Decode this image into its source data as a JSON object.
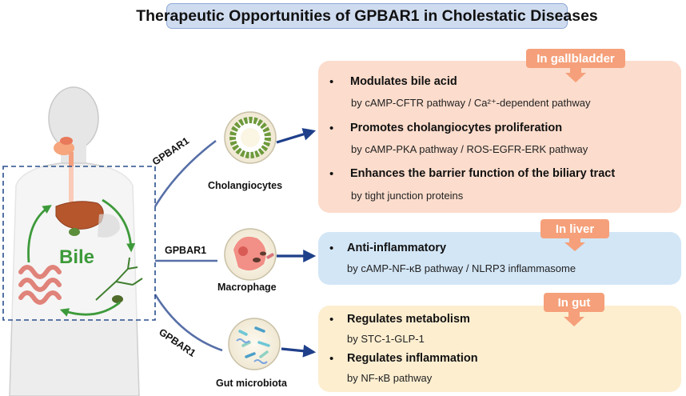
{
  "title": "Therapeutic Opportunities of GPBAR1 in Cholestatic Diseases",
  "center_label": "Bile",
  "receptor": "GPBAR1",
  "sections": [
    {
      "tag": "In gallbladder",
      "cell": "Cholangiocytes",
      "items": [
        {
          "head": "Modulates bile acid",
          "sub": "by cAMP-CFTR pathway / Ca²⁺-dependent pathway"
        },
        {
          "head": "Promotes cholangiocytes proliferation",
          "sub": "by cAMP-PKA pathway / ROS-EGFR-ERK pathway"
        },
        {
          "head": "Enhances the barrier function of the biliary tract",
          "sub": "by tight junction proteins"
        }
      ]
    },
    {
      "tag": "In liver",
      "cell": "Macrophage",
      "items": [
        {
          "head": "Anti-inflammatory",
          "sub": "by cAMP-NF-κB  pathway / NLRP3 inflammasome"
        }
      ]
    },
    {
      "tag": "In gut",
      "cell": "Gut microbiota",
      "items": [
        {
          "head": "Regulates metabolism",
          "sub": "by STC-1-GLP-1"
        },
        {
          "head": "Regulates  inflammation",
          "sub": "by NF-κB  pathway"
        }
      ]
    }
  ],
  "colors": {
    "title_bg": "#cfdcf0",
    "gallbladder_panel": "#fcdccc",
    "liver_panel": "#d3e6f6",
    "gut_panel": "#fdeed0",
    "tag": "#f5a07a",
    "arrow": "#1f3f8a",
    "bile_green": "#3d9a3a"
  }
}
